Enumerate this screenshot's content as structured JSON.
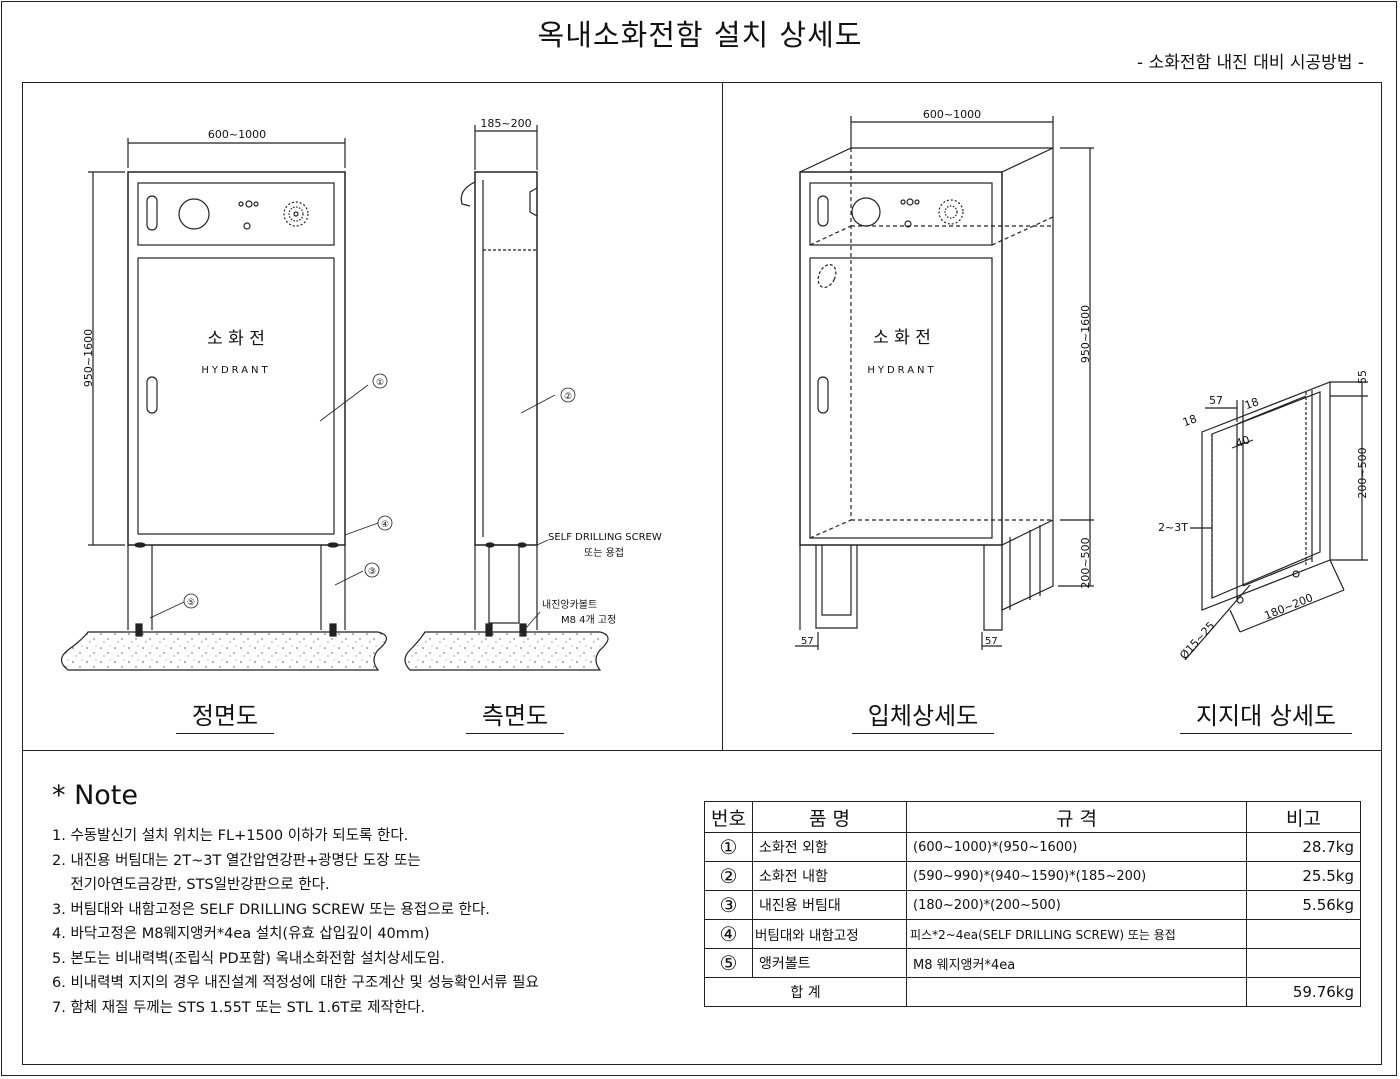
{
  "title": "옥내소화전함 설치 상세도",
  "subtitle": "- 소화전함 내진 대비 시공방법 -",
  "views": {
    "front": "정면도",
    "side": "측면도",
    "iso": "입체상세도",
    "support": "지지대 상세도"
  },
  "dims": {
    "width": "600~1000",
    "height": "950~1600",
    "depth": "185~200",
    "leg": "200~500",
    "w57": "57",
    "w18": "18",
    "w40": "40",
    "w55": "55",
    "t": "2~3T",
    "hole": "Ø15~25",
    "s180": "180~200"
  },
  "labels": {
    "hydrant_kr": "소 화 전",
    "hydrant_en": "HYDRANT",
    "screw": "SELF DRILLING SCREW",
    "screw_or": "또는 용접",
    "anchor1": "내진앙카볼트",
    "anchor2": "M8 4개 고정",
    "c1": "①",
    "c2": "②",
    "c3": "③",
    "c4": "④",
    "c5": "⑤"
  },
  "notes": {
    "title": "* Note",
    "items": [
      "1. 수동발신기 설치 위치는 FL+1500 이하가 되도록 한다.",
      "2. 내진용 버팀대는 2T~3T 열간압연강판+광명단 도장 또는",
      "    전기아연도금강판, STS일반강판으로 한다.",
      "3. 버팀대와 내함고정은 SELF DRILLING SCREW 또는 용접으로 한다.",
      "4. 바닥고정은 M8웨지앵커*4ea 설치(유효 삽입깊이 40mm)",
      "5. 본도는 비내력벽(조립식 PD포함) 옥내소화전함 설치상세도임.",
      "6. 비내력벽 지지의 경우 내진설계 적정성에 대한 구조계산 및 성능확인서류 필요",
      "7. 함체 재질 두께는 STS 1.55T 또는 STL 1.6T로 제작한다."
    ]
  },
  "table": {
    "headers": [
      "번호",
      "품  명",
      "규    격",
      "비고"
    ],
    "rows": [
      {
        "no": "①",
        "name": "소화전 외함",
        "spec": "(600~1000)*(950~1600)",
        "note": "28.7kg"
      },
      {
        "no": "②",
        "name": "소화전 내함",
        "spec": "(590~990)*(940~1590)*(185~200)",
        "note": "25.5kg"
      },
      {
        "no": "③",
        "name": "내진용 버팀대",
        "spec": "(180~200)*(200~500)",
        "note": "5.56kg"
      },
      {
        "no": "④",
        "name": "버팀대와 내함고정",
        "spec": "피스*2~4ea(SELF DRILLING SCREW) 또는 용접",
        "note": ""
      },
      {
        "no": "⑤",
        "name": "앵커볼트",
        "spec": "M8 웨지앵커*4ea",
        "note": ""
      }
    ],
    "total_label": "합      계",
    "total": "59.76kg"
  }
}
